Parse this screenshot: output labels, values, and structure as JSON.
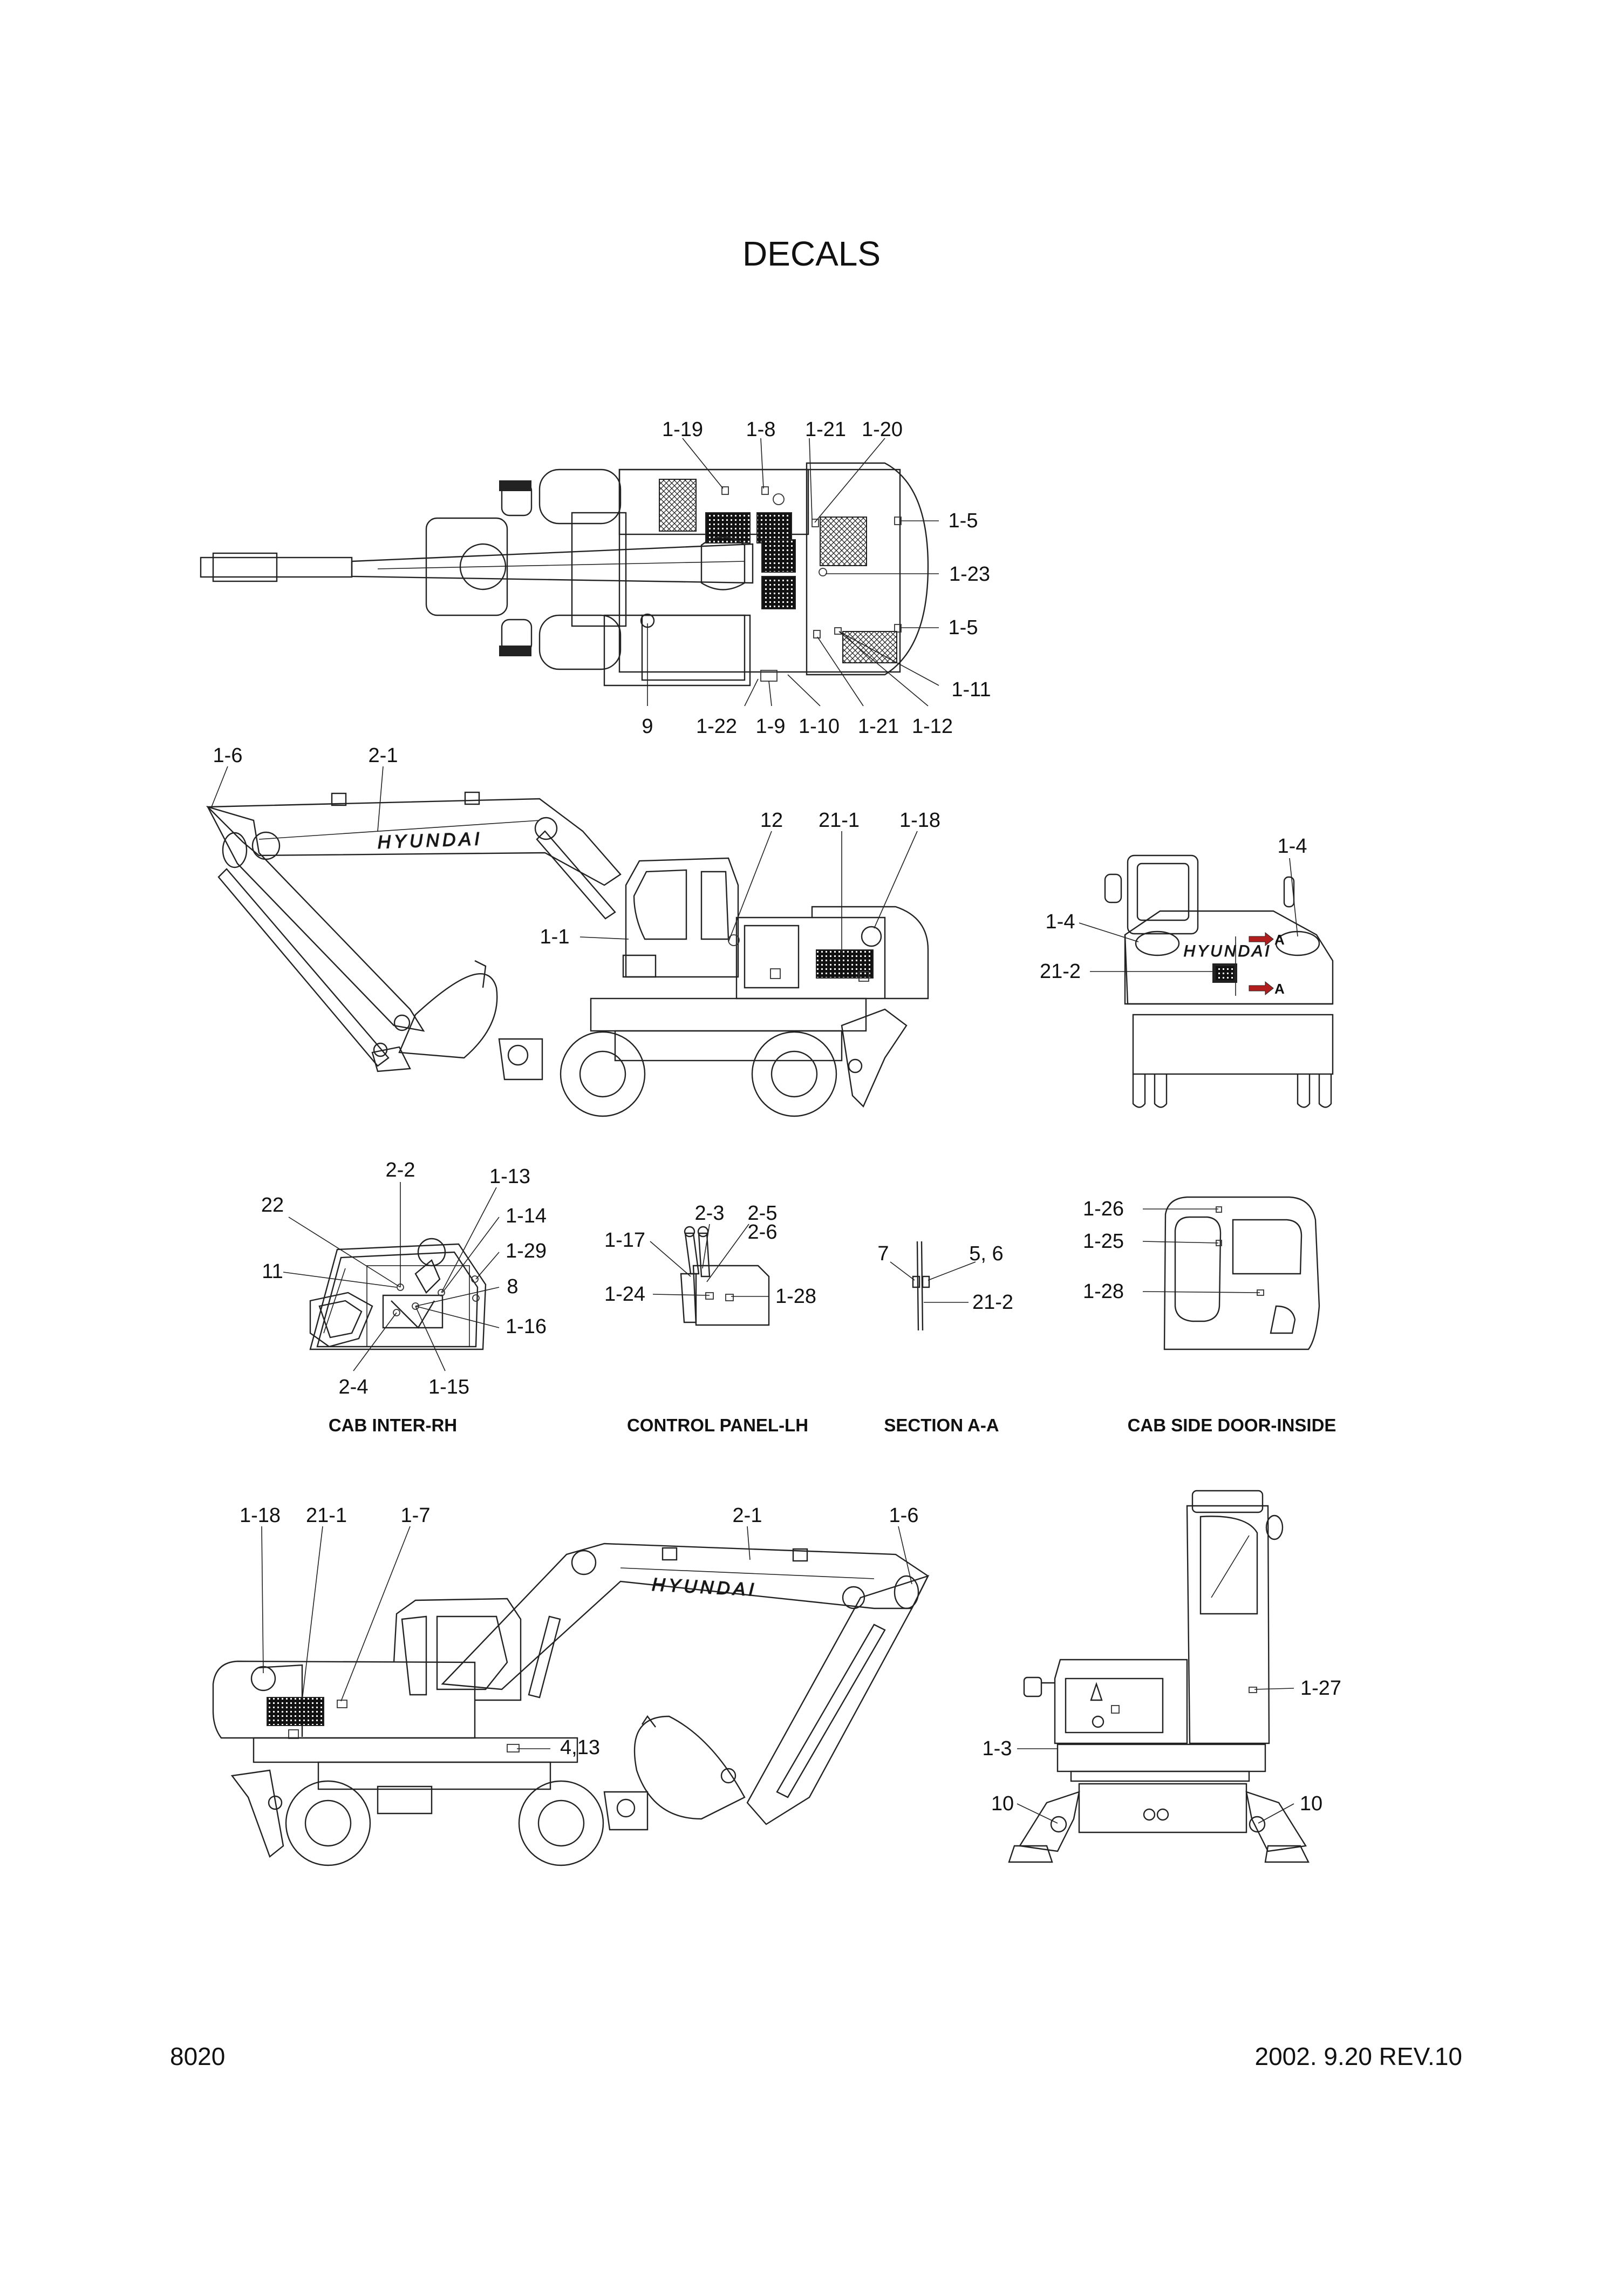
{
  "sheet": {
    "title": "DECALS",
    "page_number": "8020",
    "revision": "2002. 9.20 REV.10"
  },
  "views": {
    "top": {
      "labels": [
        "1-19",
        "1-8",
        "1-21",
        "1-20",
        "1-5",
        "1-23",
        "1-5",
        "1-11",
        "9",
        "1-22",
        "1-9",
        "1-10",
        "1-21",
        "1-12"
      ]
    },
    "left_side": {
      "labels": [
        "1-6",
        "2-1",
        "12",
        "21-1",
        "1-18",
        "1-1"
      ],
      "brand_text": "HYUNDAI"
    },
    "rear": {
      "labels": [
        "1-4",
        "1-4",
        "21-2",
        "A",
        "A"
      ],
      "brand_text": "HYUNDAI"
    },
    "cab_inter_rh": {
      "caption": "CAB INTER-RH",
      "labels": [
        "2-2",
        "1-13",
        "22",
        "1-14",
        "1-29",
        "11",
        "8",
        "1-16",
        "2-4",
        "1-15"
      ]
    },
    "control_panel_lh": {
      "caption": "CONTROL PANEL-LH",
      "labels": [
        "2-3",
        "2-5",
        "2-6",
        "1-17",
        "1-24",
        "1-28"
      ]
    },
    "section_aa": {
      "caption": "SECTION A-A",
      "labels": [
        "7",
        "5, 6",
        "21-2"
      ]
    },
    "cab_side_door": {
      "caption": "CAB SIDE DOOR-INSIDE",
      "labels": [
        "1-26",
        "1-25",
        "1-28"
      ]
    },
    "right_side": {
      "labels": [
        "1-18",
        "21-1",
        "1-7",
        "2-1",
        "1-6",
        "4,13"
      ],
      "brand_text": "HYUNDAI"
    },
    "front": {
      "labels": [
        "1-27",
        "1-3",
        "10",
        "10"
      ]
    }
  }
}
